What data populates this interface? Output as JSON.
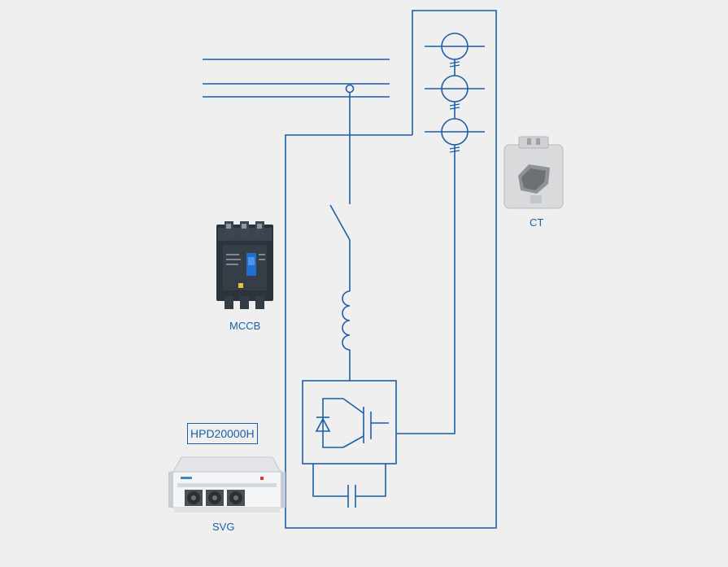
{
  "labels": {
    "mccb": "MCCB",
    "ct": "CT",
    "svg": "SVG",
    "model": "HPD20000H"
  },
  "colors": {
    "line": "#1b5fa8",
    "background": "#efeff0"
  },
  "icons": {
    "mccb": "molded-case-circuit-breaker-photo",
    "ct": "current-transformer-photo",
    "svg": "static-var-generator-photo"
  }
}
